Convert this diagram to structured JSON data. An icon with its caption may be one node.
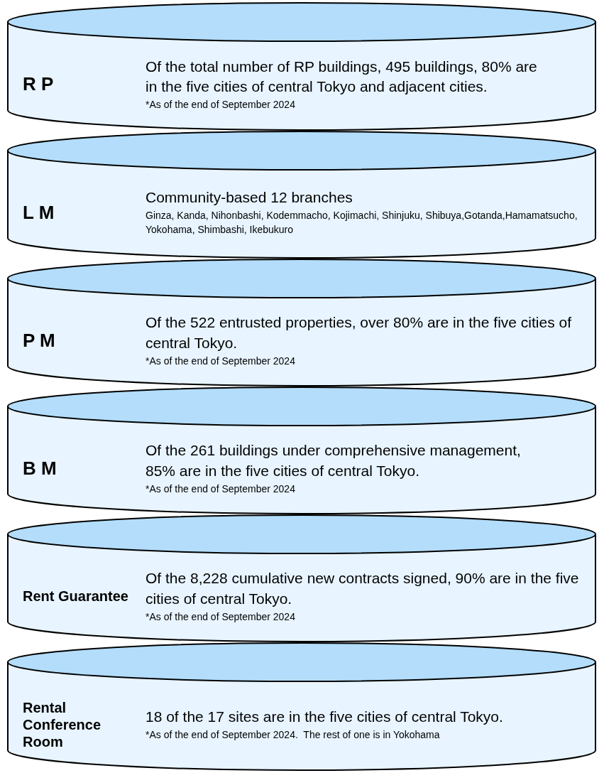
{
  "diagram": {
    "nodes": [
      {
        "text": [
          "R P",
          "Of the total number of RP buildings, 495 buildings, 80% are in the five cities of central Tokyo and adjacent cities.",
          "*As of the end of September 2024"
        ]
      },
      {
        "text": [
          "L M",
          "Community-based 12 branches",
          "Ginza, Kanda, Nihonbashi, Kodemmacho, Kojimachi, Shinjuku, Shibuya,Gotanda,Hamamatsucho, Yokohama, Shimbashi, Ikebukuro"
        ]
      },
      {
        "text": [
          "P M",
          "Of the 522 entrusted properties, over 80% are in the five cities of central Tokyo.",
          "*As of the end of September 2024"
        ]
      },
      {
        "text": [
          "B M",
          "Of the 261 buildings under comprehensive management, 85% are in the five cities of central Tokyo.",
          "*As of the end of September 2024"
        ]
      },
      {
        "text": [
          "Rent Guarantee",
          "Of the 8,228 cumulative new contracts signed, 90% are in the five cities of central Tokyo.",
          "*As of the end of September 2024"
        ]
      },
      {
        "text": [
          "Rental Conference Room",
          "18 of the 17 sites are in the five cities of central Tokyo.",
          "*As of the end of September 2024.  The rest of one is in Yokohama"
        ]
      }
    ]
  }
}
